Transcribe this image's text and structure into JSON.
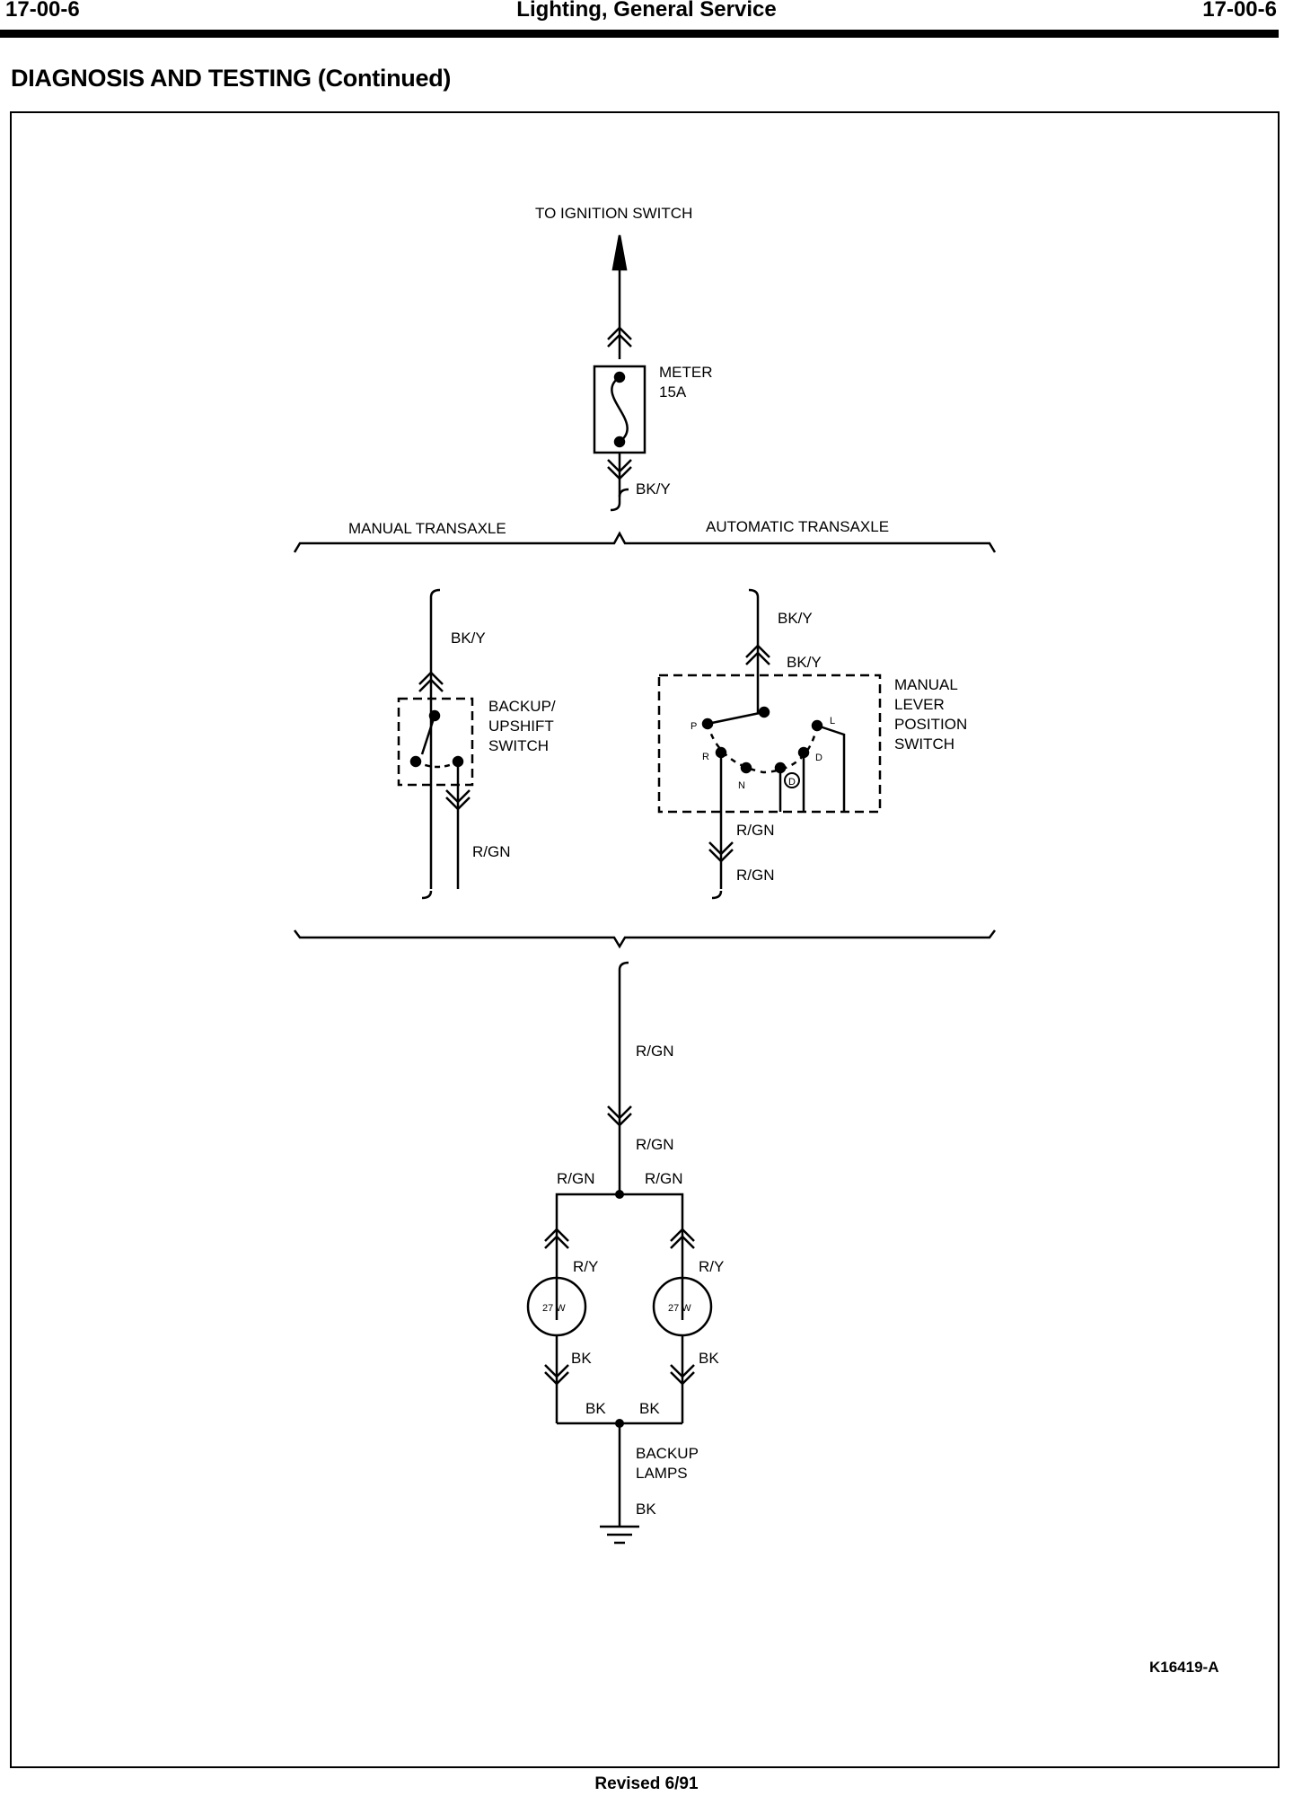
{
  "header": {
    "page_left": "17-00-6",
    "title": "Lighting, General Service",
    "page_right": "17-00-6"
  },
  "section_title": "DIAGNOSIS AND TESTING (Continued)",
  "diagram": {
    "to_ignition": "TO IGNITION SWITCH",
    "fuse": {
      "name": "METER",
      "rating": "15A"
    },
    "wire_bky": "BK/Y",
    "manual_transaxle": "MANUAL TRANSAXLE",
    "automatic_transaxle": "AUTOMATIC TRANSAXLE",
    "backup_switch": [
      "BACKUP/",
      "UPSHIFT",
      "SWITCH"
    ],
    "manual_lever_switch": [
      "MANUAL",
      "LEVER",
      "POSITION",
      "SWITCH"
    ],
    "positions": {
      "p": "P",
      "r": "R",
      "n": "N",
      "d": "D",
      "l": "L",
      "od": "D"
    },
    "wire_rgn": "R/GN",
    "wire_ry": "R/Y",
    "wire_bk": "BK",
    "lamp_rating": "27 W",
    "backup_lamps": [
      "BACKUP",
      "LAMPS"
    ],
    "figure_code": "K16419-A"
  },
  "footer": "Revised 6/91"
}
